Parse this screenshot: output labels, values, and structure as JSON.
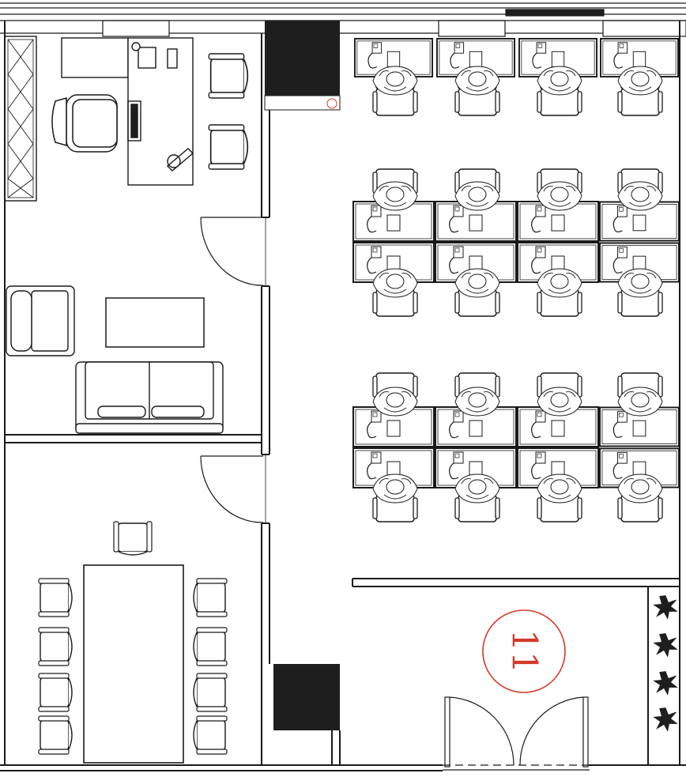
{
  "plan": {
    "room_marker_label": "11"
  },
  "colors": {
    "line": "#1a1a1a",
    "fill_dark": "#1e1e1e",
    "marker": "#d23a2a",
    "background": "#ffffff"
  },
  "icons": {
    "workstation": "desk-with-phone-and-chair",
    "plant": "potted-plant-icon",
    "door": "door-swing-arc",
    "pillar": "structural-column"
  }
}
